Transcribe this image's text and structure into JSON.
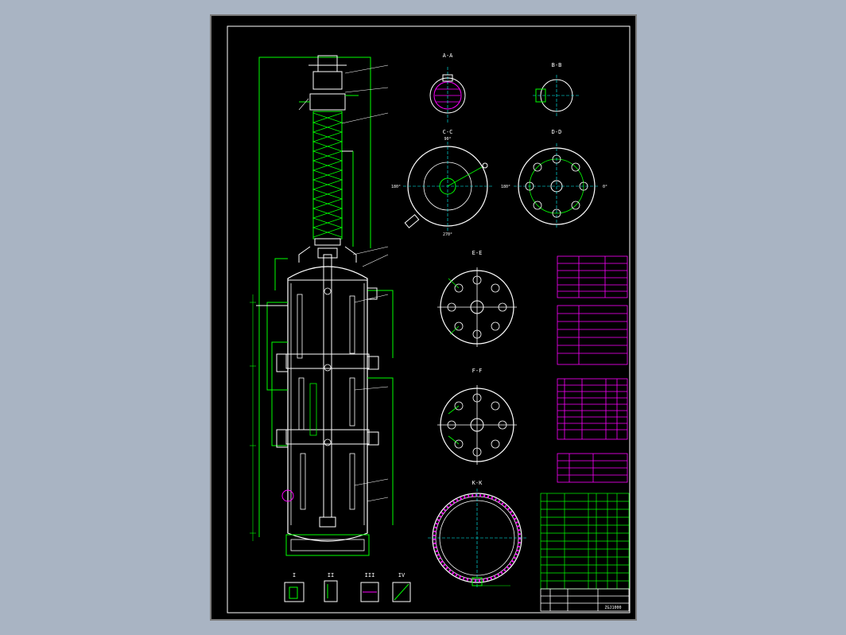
{
  "viewer": {
    "background": "#a9b4c3",
    "sheet_background": "#000000"
  },
  "colors": {
    "frame": "#ffffff",
    "table": "#ff00ff",
    "outline": "#00ff00",
    "annotation": "#ffffff",
    "dimension": "#00ffff",
    "hatch": "#ff00ff"
  },
  "drawing": {
    "sheet_code": "ZGJ1000"
  },
  "sections": {
    "a": "A-A",
    "b": "B-B",
    "c": "C-C",
    "d": "D-D",
    "e": "E-E",
    "f": "F-F",
    "k": "K-K"
  },
  "details": {
    "d1": "I",
    "d2": "II",
    "d3": "III",
    "d4": "IV"
  },
  "angles": {
    "zero": "0°",
    "ninety": "90°",
    "oneeighty": "180°",
    "twoseventy": "270°"
  }
}
